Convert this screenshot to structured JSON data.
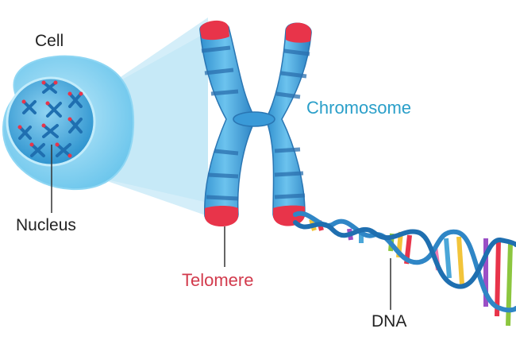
{
  "labels": {
    "cell": "Cell",
    "nucleus": "Nucleus",
    "chromosome": "Chromosome",
    "telomere": "Telomere",
    "dna": "DNA"
  },
  "colors": {
    "chromosome_label": "#2a9fc9",
    "telomere_label": "#d23a4c",
    "text_dark": "#222222",
    "cell_fill": "#8fd6f2",
    "nucleus_fill": "#4fb2e0",
    "chromatid_fill": "#4aa6d8",
    "chromatid_band": "#2a76b3",
    "telomere_cap": "#e8344a",
    "zoom_fill": "#cdebf8",
    "dna_backbone": "#2f86c6"
  },
  "icons": {
    "cell": "cell-illustration",
    "chromosome": "chromosome-illustration",
    "dna": "dna-double-helix-illustration"
  },
  "dna_base_colors": [
    "#f2c43a",
    "#e8344a",
    "#9b4fc6",
    "#4aa6d8",
    "#8cc63f",
    "#f07ab0"
  ]
}
